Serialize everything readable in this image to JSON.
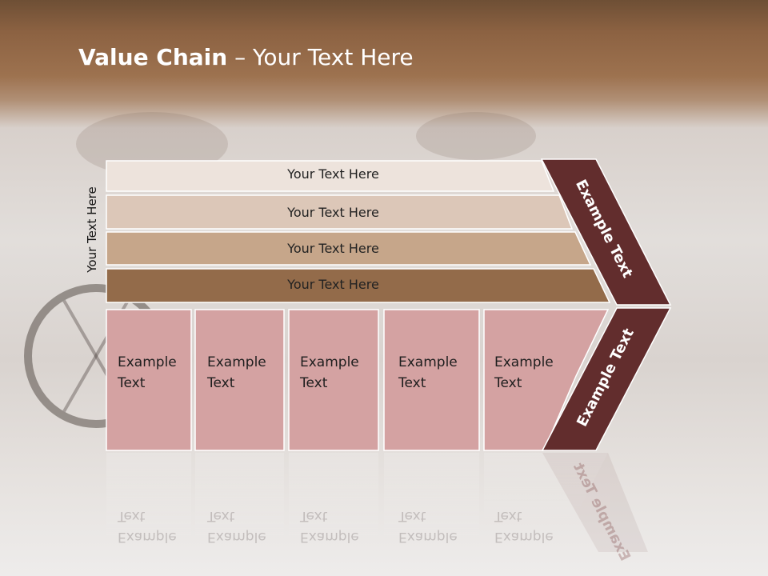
{
  "slide": {
    "title_bold": "Value Chain",
    "title_rest": " – Your Text Here",
    "vertical_label": "Your Text Here"
  },
  "bars": [
    {
      "label": "Your Text Here",
      "color": "#ede3dc"
    },
    {
      "label": "Your Text Here",
      "color": "#dcc7b8"
    },
    {
      "label": "Your Text Here",
      "color": "#c6a68a"
    },
    {
      "label": "Your Text Here",
      "color": "#936b4a"
    }
  ],
  "columns": [
    {
      "label": "Example\nText"
    },
    {
      "label": "Example\nText"
    },
    {
      "label": "Example\nText"
    },
    {
      "label": "Example\nText"
    },
    {
      "label": "Example\nText"
    }
  ],
  "arrows": {
    "upper_label": "Example Text",
    "lower_label": "Example Text",
    "color": "#622d2d"
  },
  "colors": {
    "column_fill": "#d4a2a2",
    "column_border": "#ffffff"
  }
}
